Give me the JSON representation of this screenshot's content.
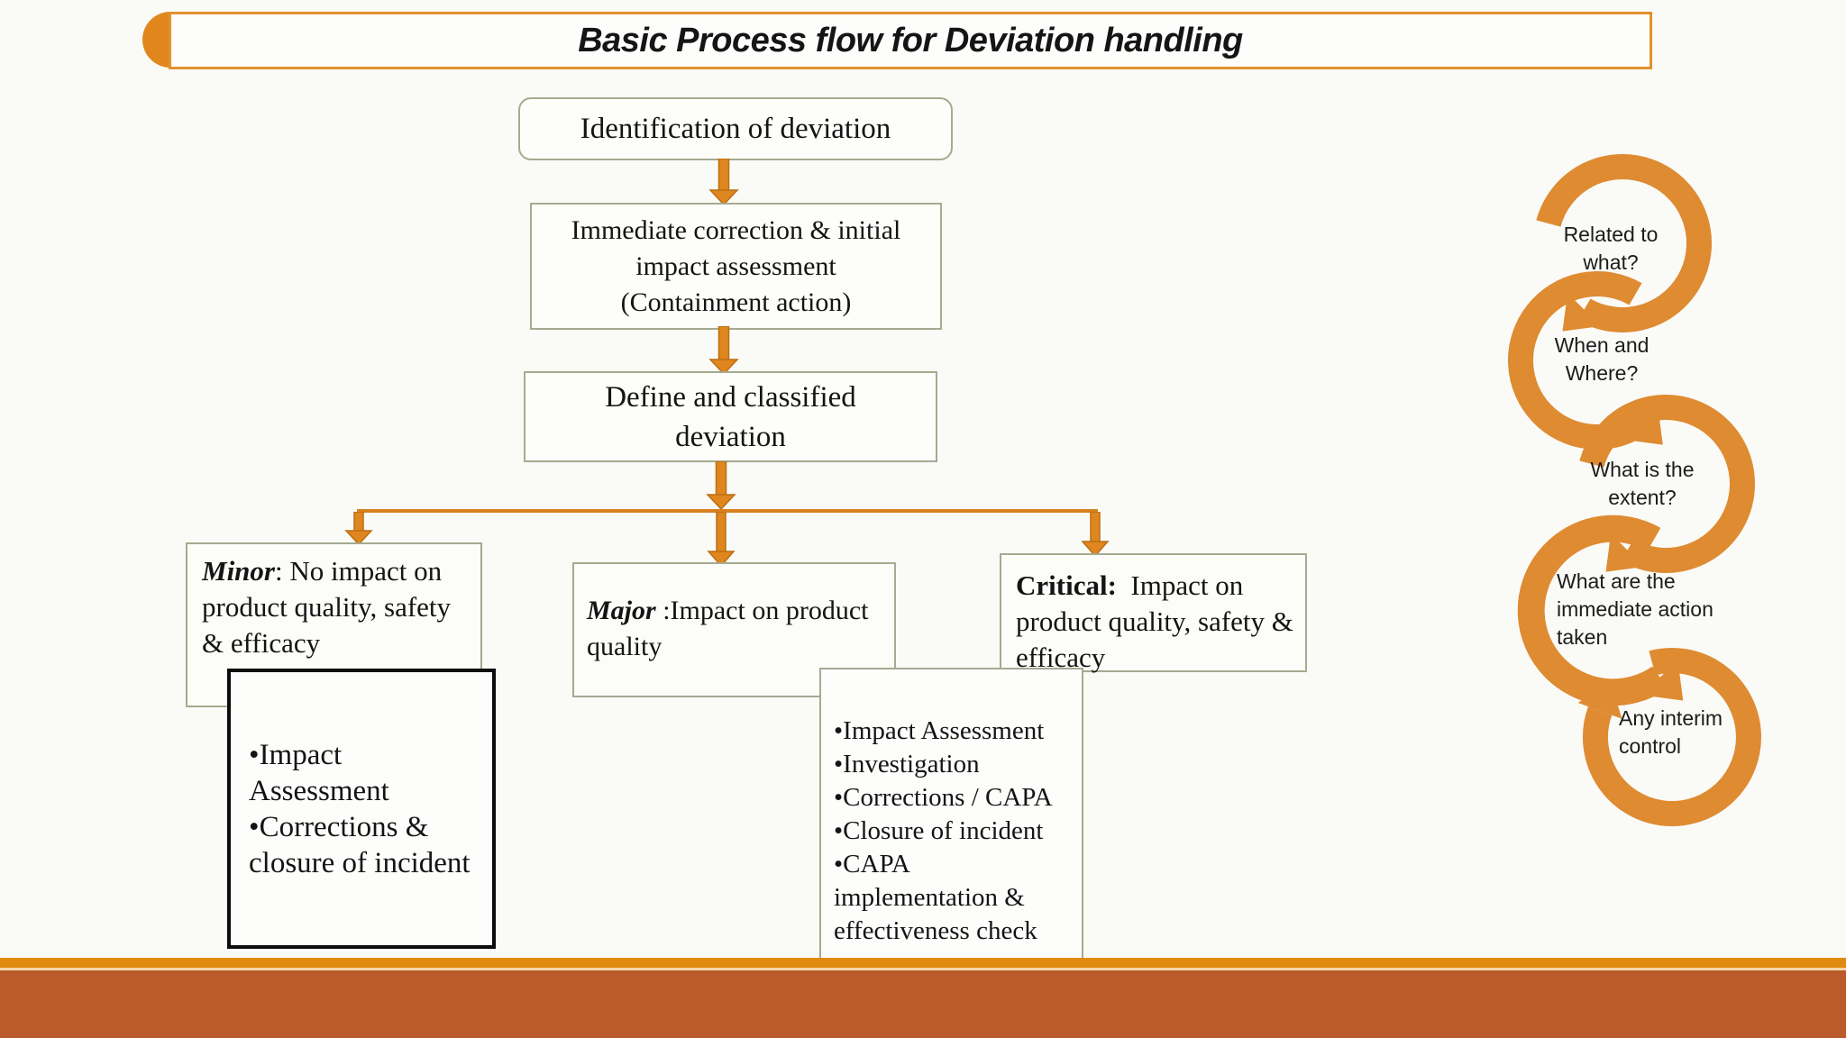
{
  "slide": {
    "title": "Basic Process flow for Deviation handling"
  },
  "flow": {
    "step1": "Identification of deviation",
    "step2": [
      "Immediate correction & initial",
      "impact assessment",
      "(Containment action)"
    ],
    "step3": [
      "Define and classified",
      "deviation"
    ]
  },
  "classifications": {
    "minor": {
      "term": "Minor",
      "sep": ": ",
      "desc": "No impact on product quality, safety & efficacy"
    },
    "major": {
      "term": "Major",
      "sep": " :",
      "desc": "Impact on product quality"
    },
    "critical": {
      "term": "Critical:",
      "sep": "  ",
      "desc": "Impact on product quality, safety & efficacy"
    }
  },
  "actions": {
    "bullet": "•",
    "minor": [
      "Impact Assessment",
      "Corrections & closure of incident"
    ],
    "major_critical": [
      "Impact Assessment",
      "Investigation",
      "Corrections / CAPA",
      "Closure of incident",
      "CAPA implementation & effectiveness check"
    ]
  },
  "cycle": {
    "questions": [
      "Related to what?",
      "When and Where?",
      "What is the extent?",
      "What are the immediate action taken",
      "Any interim control"
    ]
  },
  "colors": {
    "ring_orange": "#de8b31",
    "arrow_orange": "#e0861e",
    "arrow_edge": "#b96f12",
    "title_border": "#e2912d",
    "accent_circle": "#e0861c",
    "box_border_gray": "#a6aa90",
    "black_box_border": "#0c0c0c",
    "bottom_strip": "#e18a10",
    "bottom_bar": "#bb5a2b",
    "background": "#fafaf7"
  }
}
